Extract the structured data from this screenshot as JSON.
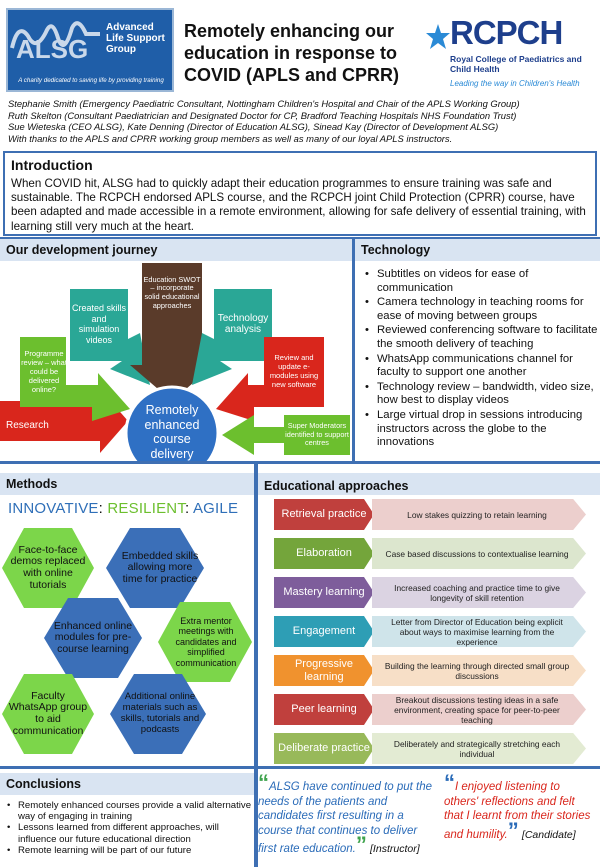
{
  "header": {
    "alsg_logo_text": "ALSG",
    "alsg_name": "Advanced Life Support Group",
    "alsg_tagline": "A charity dedicated to saving life by providing training",
    "title": "Remotely enhancing our education in response to COVID (APLS and CPRR)",
    "rcpch_word": "RCPCH",
    "rcpch_full": "Royal College of Paediatrics and Child Health",
    "rcpch_tagline": "Leading the way in Children's Health"
  },
  "authors": [
    "Stephanie Smith (Emergency Paediatric Consultant, Nottingham Children's Hospital and Chair of the APLS Working Group)",
    "Ruth Skelton (Consultant Paediatrician and Designated Doctor for CP, Bradford Teaching Hospitals NHS Foundation Trust)",
    "Sue Wieteska (CEO ALSG), Kate Denning (Director of Education ALSG), Sinead Kay (Director of Development ALSG)",
    "With thanks to the APLS and CPRR working group members as well as many of our loyal APLS instructors."
  ],
  "intro": {
    "title": "Introduction",
    "body": "When COVID hit, ALSG had to quickly adapt their education programmes to ensure training was safe and sustainable. The RCPCH endorsed APLS course, and the RCPCH joint Child Protection (CPRR) course, have been adapted and made accessible in a remote environment, allowing for safe delivery of essential training, with learning still very much at the heart."
  },
  "journey": {
    "title": "Our development journey",
    "center": "Remotely enhanced course delivery",
    "arrows": [
      {
        "label": "Research",
        "color": "#d9261c"
      },
      {
        "label": "Programme review – what could be delivered online?",
        "color": "#6cbf2e"
      },
      {
        "label": "Created skills and simulation videos",
        "color": "#2aa796"
      },
      {
        "label": "Education SWOT – incorporate solid educational approaches",
        "color": "#5a3b2a"
      },
      {
        "label": "Technology analysis",
        "color": "#2aa796"
      },
      {
        "label": "Review and update e-modules using new software",
        "color": "#d9261c"
      },
      {
        "label": "Super Moderators identified to support centres",
        "color": "#6cbf2e"
      }
    ]
  },
  "technology": {
    "title": "Technology",
    "items": [
      "Subtitles on videos for ease of communication",
      "Camera technology in teaching rooms for ease of moving between groups",
      "Reviewed conferencing software to facilitate the smooth delivery of teaching",
      "WhatsApp communications channel for faculty to support one another",
      "Technology review – bandwidth, video size, how best to display videos",
      "Large virtual drop in sessions introducing instructors across the globe to the innovations"
    ]
  },
  "methods": {
    "title": "Methods",
    "innovative": "INNOVATIVE",
    "resilient": "RESILIENT",
    "agile": "AGILE",
    "sep": ": ",
    "hexes": [
      {
        "label": "Face-to-face demos replaced with online tutorials",
        "color": "#7cd64a"
      },
      {
        "label": "Embedded skills allowing more time for practice",
        "color": "#3b6fb8"
      },
      {
        "label": "Enhanced online modules for pre-course learning",
        "color": "#3b6fb8"
      },
      {
        "label": "Extra mentor meetings with candidates and simplified communication",
        "color": "#7cd64a"
      },
      {
        "label": "Faculty WhatsApp group to aid communication",
        "color": "#7cd64a"
      },
      {
        "label": "Additional online materials such as skills, tutorials and podcasts",
        "color": "#3b6fb8"
      }
    ]
  },
  "education": {
    "title": "Educational approaches",
    "rows": [
      {
        "name": "Retrieval practice",
        "desc": "Low stakes quizzing to retain learning",
        "color": "#c0403d",
        "light": "#eccfcd"
      },
      {
        "name": "Elaboration",
        "desc": "Case based discussions to contextualise learning",
        "color": "#74a53b",
        "light": "#dce6ce"
      },
      {
        "name": "Mastery learning",
        "desc": "Increased coaching and practice time to give longevity of skill retention",
        "color": "#7e5d9b",
        "light": "#dbd3e2"
      },
      {
        "name": "Engagement",
        "desc": "Letter from Director of Education being explicit about ways to maximise learning from the experience",
        "color": "#2e9eb5",
        "light": "#cfe4ea"
      },
      {
        "name": "Progressive learning",
        "desc": "Building the learning through directed small group discussions",
        "color": "#f0922e",
        "light": "#f7dfc7"
      },
      {
        "name": "Peer learning",
        "desc": "Breakout discussions testing ideas in a safe environment, creating space for peer-to-peer teaching",
        "color": "#c0403d",
        "light": "#eccfcd"
      },
      {
        "name": "Deliberate practice",
        "desc": "Deliberately and strategically stretching each individual",
        "color": "#98b95a",
        "light": "#e3ebd3"
      }
    ]
  },
  "conclusions": {
    "title": "Conclusions",
    "items": [
      "Remotely enhanced courses provide a valid alternative way of engaging in training",
      "Lessons learned from different approaches, will influence our future educational direction",
      "Remote learning will be part of our future"
    ]
  },
  "quotes": [
    {
      "text": "ALSG have continued to put the needs of the patients and candidates first resulting in a course that continues to deliver first rate education.",
      "author": "[Instructor]"
    },
    {
      "text": "I enjoyed listening to others' reflections and felt that I learnt from their stories and humility.",
      "author": "[Candidate]"
    }
  ]
}
